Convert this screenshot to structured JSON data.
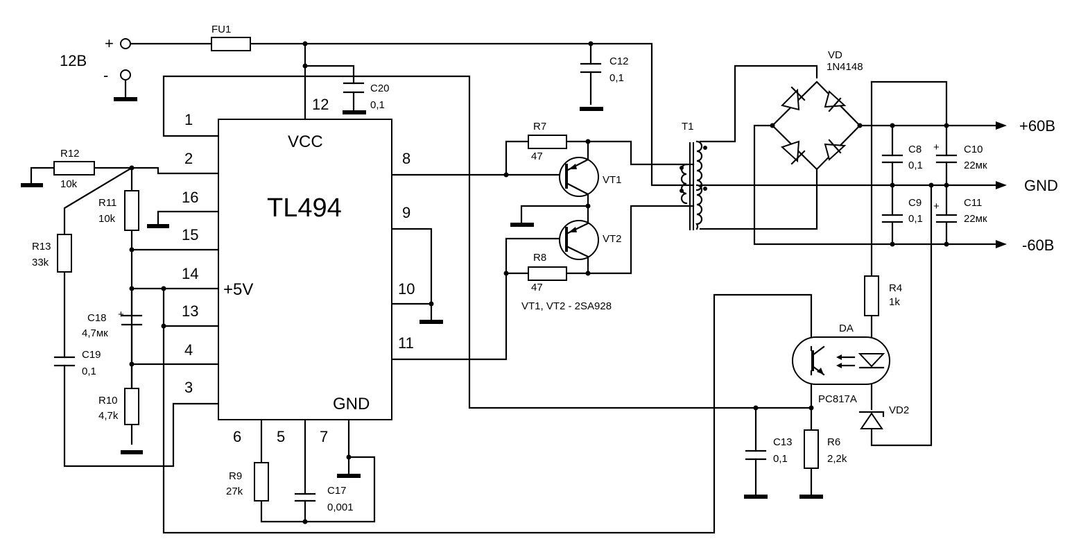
{
  "power": {
    "voltage": "12В",
    "plus": "+",
    "minus": "-"
  },
  "ic": {
    "name": "TL494",
    "vcc": "VCC",
    "gnd": "GND",
    "ref": "+5V",
    "pins": {
      "p1": "1",
      "p2": "2",
      "p3": "3",
      "p4": "4",
      "p5": "5",
      "p6": "6",
      "p7": "7",
      "p8": "8",
      "p9": "9",
      "p10": "10",
      "p11": "11",
      "p12": "12",
      "p13": "13",
      "p14": "14",
      "p15": "15",
      "p16": "16"
    }
  },
  "components": {
    "fu1": {
      "ref": "FU1"
    },
    "c12": {
      "ref": "C12",
      "val": "0,1"
    },
    "c20": {
      "ref": "C20",
      "val": "0,1"
    },
    "r12": {
      "ref": "R12",
      "val": "10k"
    },
    "r11": {
      "ref": "R11",
      "val": "10k"
    },
    "r13": {
      "ref": "R13",
      "val": "33k"
    },
    "c18": {
      "ref": "C18",
      "val": "4,7мк"
    },
    "c19": {
      "ref": "C19",
      "val": "0,1"
    },
    "r10": {
      "ref": "R10",
      "val": "4,7k"
    },
    "r9": {
      "ref": "R9",
      "val": "27k"
    },
    "c17": {
      "ref": "C17",
      "val": "0,001"
    },
    "r7": {
      "ref": "R7",
      "val": "47"
    },
    "r8": {
      "ref": "R8",
      "val": "47"
    },
    "vt1": {
      "ref": "VT1"
    },
    "vt2": {
      "ref": "VT2"
    },
    "vt_note": "VT1, VT2 - 2SA928",
    "t1": {
      "ref": "T1"
    },
    "vd": {
      "ref": "VD",
      "val": "1N4148"
    },
    "c8": {
      "ref": "C8",
      "val": "0,1"
    },
    "c9": {
      "ref": "C9",
      "val": "0,1"
    },
    "c10": {
      "ref": "C10",
      "val": "22мк"
    },
    "c11": {
      "ref": "C11",
      "val": "22мк"
    },
    "r4": {
      "ref": "R4",
      "val": "1k"
    },
    "da": {
      "ref": "DA",
      "val": "PC817A"
    },
    "vd2": {
      "ref": "VD2"
    },
    "c13": {
      "ref": "C13",
      "val": "0,1"
    },
    "r6": {
      "ref": "R6",
      "val": "2,2k"
    }
  },
  "outputs": {
    "pos": "+60В",
    "gnd": "GND",
    "neg": "-60В"
  }
}
